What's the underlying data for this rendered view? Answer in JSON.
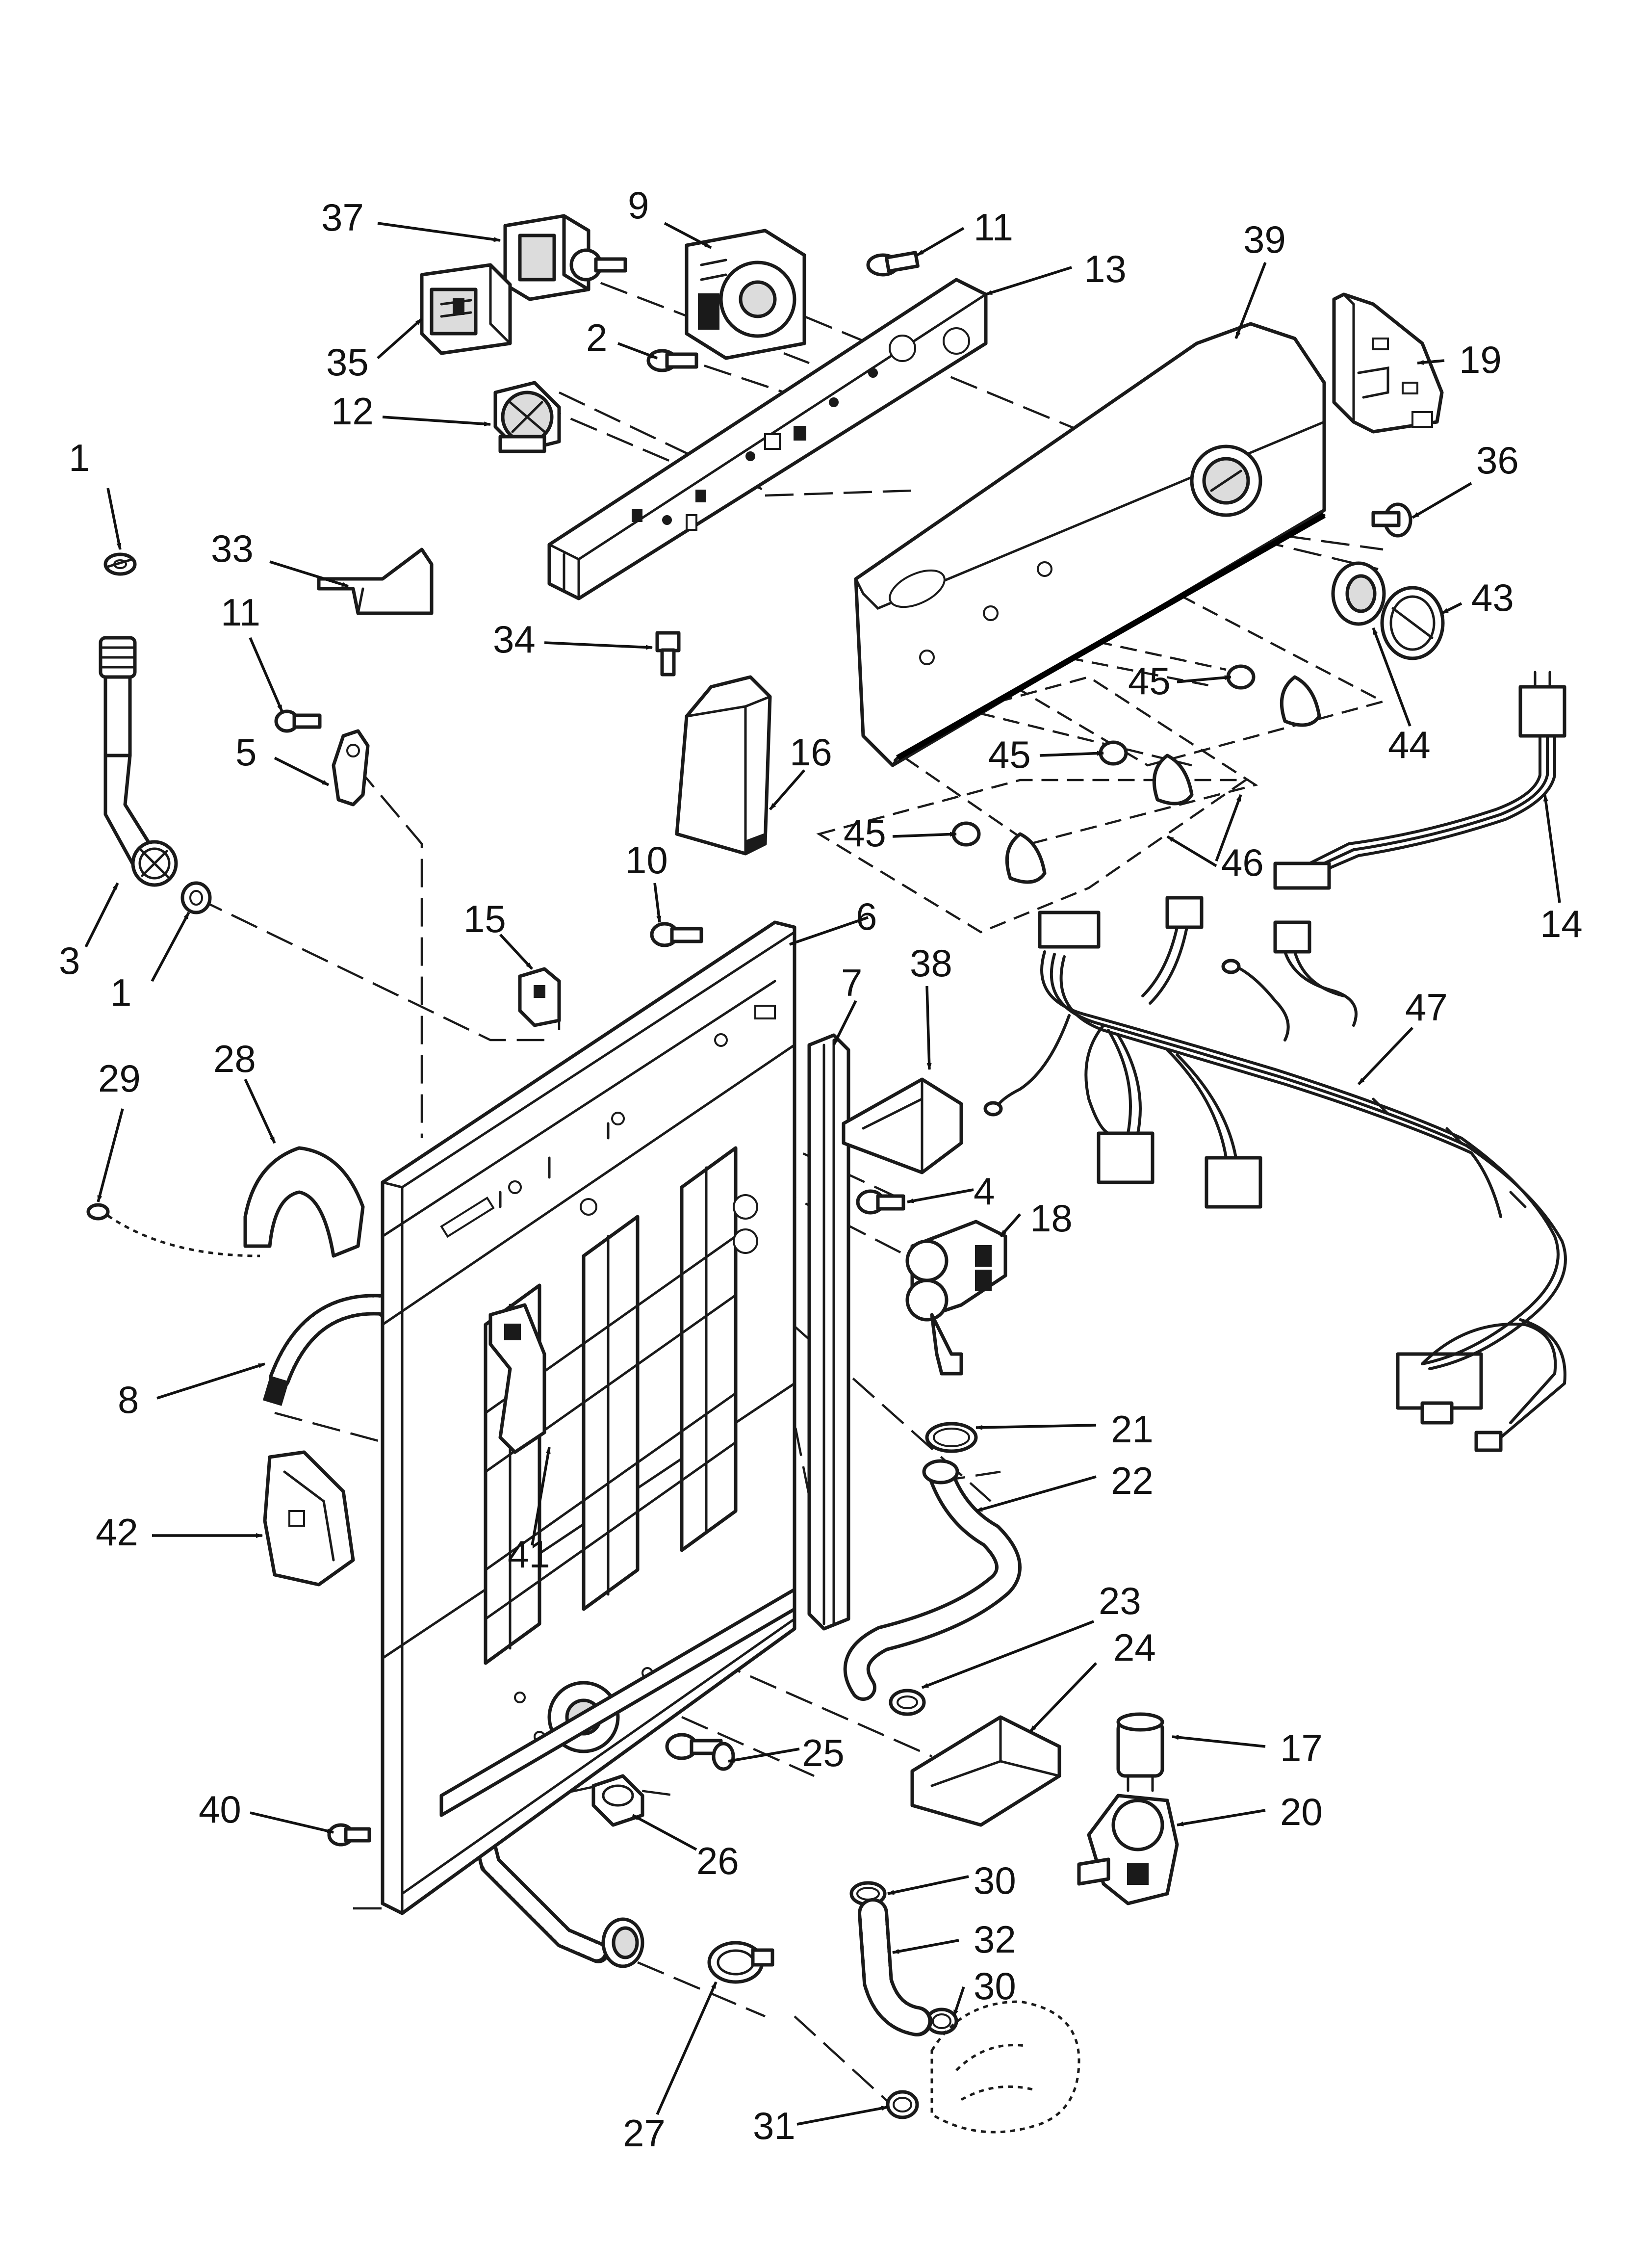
{
  "callouts": [
    {
      "id": "c1a",
      "label": "1"
    },
    {
      "id": "c1b",
      "label": "1"
    },
    {
      "id": "c2",
      "label": "2"
    },
    {
      "id": "c3",
      "label": "3"
    },
    {
      "id": "c4",
      "label": "4"
    },
    {
      "id": "c5",
      "label": "5"
    },
    {
      "id": "c6",
      "label": "6"
    },
    {
      "id": "c7",
      "label": "7"
    },
    {
      "id": "c8",
      "label": "8"
    },
    {
      "id": "c9",
      "label": "9"
    },
    {
      "id": "c10",
      "label": "10"
    },
    {
      "id": "c11a",
      "label": "11"
    },
    {
      "id": "c11b",
      "label": "11"
    },
    {
      "id": "c12",
      "label": "12"
    },
    {
      "id": "c13",
      "label": "13"
    },
    {
      "id": "c14",
      "label": "14"
    },
    {
      "id": "c15",
      "label": "15"
    },
    {
      "id": "c16",
      "label": "16"
    },
    {
      "id": "c17",
      "label": "17"
    },
    {
      "id": "c18",
      "label": "18"
    },
    {
      "id": "c19",
      "label": "19"
    },
    {
      "id": "c20",
      "label": "20"
    },
    {
      "id": "c21",
      "label": "21"
    },
    {
      "id": "c22",
      "label": "22"
    },
    {
      "id": "c23",
      "label": "23"
    },
    {
      "id": "c24",
      "label": "24"
    },
    {
      "id": "c25",
      "label": "25"
    },
    {
      "id": "c26",
      "label": "26"
    },
    {
      "id": "c27",
      "label": "27"
    },
    {
      "id": "c28",
      "label": "28"
    },
    {
      "id": "c29",
      "label": "29"
    },
    {
      "id": "c30a",
      "label": "30"
    },
    {
      "id": "c30b",
      "label": "30"
    },
    {
      "id": "c31",
      "label": "31"
    },
    {
      "id": "c32",
      "label": "32"
    },
    {
      "id": "c33",
      "label": "33"
    },
    {
      "id": "c34",
      "label": "34"
    },
    {
      "id": "c35",
      "label": "35"
    },
    {
      "id": "c36",
      "label": "36"
    },
    {
      "id": "c37",
      "label": "37"
    },
    {
      "id": "c38",
      "label": "38"
    },
    {
      "id": "c39",
      "label": "39"
    },
    {
      "id": "c40",
      "label": "40"
    },
    {
      "id": "c41",
      "label": "41"
    },
    {
      "id": "c42",
      "label": "42"
    },
    {
      "id": "c43",
      "label": "43"
    },
    {
      "id": "c44",
      "label": "44"
    },
    {
      "id": "c45a",
      "label": "45"
    },
    {
      "id": "c45b",
      "label": "45"
    },
    {
      "id": "c45c",
      "label": "45"
    },
    {
      "id": "c46",
      "label": "46"
    },
    {
      "id": "c47",
      "label": "47"
    }
  ]
}
